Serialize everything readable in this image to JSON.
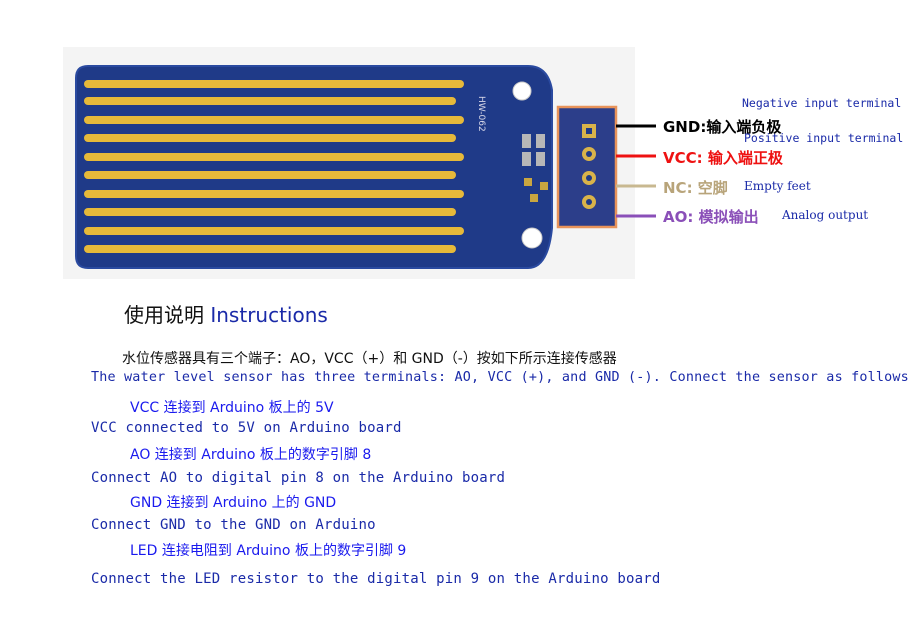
{
  "board": {
    "model_text": "HW-062"
  },
  "pins": [
    {
      "name": "GND",
      "cn": "输入端负极",
      "desc": "Negative input terminal",
      "color": "#000000"
    },
    {
      "name": "VCC",
      "cn": "输入端正极",
      "desc": "Positive input terminal",
      "color": "#ee1111"
    },
    {
      "name": "NC",
      "cn": "空脚",
      "desc": "Empty feet",
      "color": "#b8a47a"
    },
    {
      "name": "AO",
      "cn": "模拟输出",
      "desc": "Analog output",
      "color": "#8a4fb8"
    }
  ],
  "instructions": {
    "title_cn": "使用说明",
    "title_en": "Instructions",
    "intro_cn": "水位传感器具有三个端子：AO，VCC（+）和 GND（-）按如下所示连接传感器",
    "intro_en": "The water level sensor has three terminals: AO, VCC (+), and GND (-). Connect the sensor as follows",
    "steps": [
      {
        "cn": "VCC 连接到 Arduino 板上的 5V",
        "en": "VCC connected to 5V on Arduino board"
      },
      {
        "cn": "AO 连接到 Arduino 板上的数字引脚 8",
        "en": "Connect AO to digital pin 8 on the Arduino board"
      },
      {
        "cn": "GND 连接到 Arduino 上的 GND",
        "en": "Connect GND to the GND on Arduino"
      },
      {
        "cn": "LED 连接电阻到 Arduino 板上的数字引脚 9",
        "en": "Connect the LED resistor to the digital pin 9 on the Arduino board"
      }
    ]
  }
}
